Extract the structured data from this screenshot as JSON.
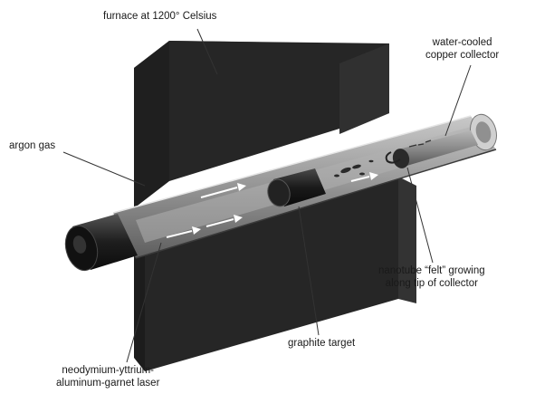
{
  "labels": {
    "furnace": "furnace at 1200° Celsius",
    "argon": "argon gas",
    "collector": [
      "water-cooled",
      "copper collector"
    ],
    "nanotube": [
      "nanotube “felt” growing",
      "along tip of collector"
    ],
    "graphite": "graphite target",
    "laser": [
      "neodymium-yttrium-",
      "aluminum-garnet laser"
    ]
  },
  "colors": {
    "furnace": "#2a2a2a",
    "tube": "#8e8e8e",
    "leader": "#333333",
    "text": "#1a1a1a"
  }
}
